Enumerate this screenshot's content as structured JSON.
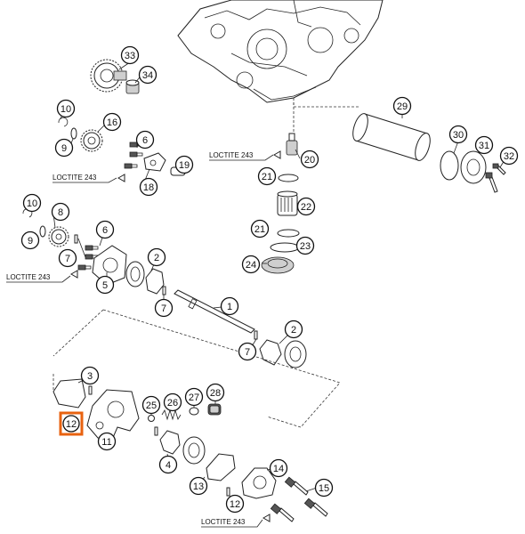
{
  "callouts": [
    {
      "id": "c1",
      "label": "1"
    },
    {
      "id": "c2a",
      "label": "2"
    },
    {
      "id": "c2b",
      "label": "2"
    },
    {
      "id": "c3",
      "label": "3"
    },
    {
      "id": "c4",
      "label": "4"
    },
    {
      "id": "c5",
      "label": "5"
    },
    {
      "id": "c6a",
      "label": "6"
    },
    {
      "id": "c6b",
      "label": "6"
    },
    {
      "id": "c7a",
      "label": "7"
    },
    {
      "id": "c7b",
      "label": "7"
    },
    {
      "id": "c7c",
      "label": "7"
    },
    {
      "id": "c8",
      "label": "8"
    },
    {
      "id": "c9a",
      "label": "9"
    },
    {
      "id": "c9b",
      "label": "9"
    },
    {
      "id": "c10a",
      "label": "10"
    },
    {
      "id": "c10b",
      "label": "10"
    },
    {
      "id": "c11",
      "label": "11"
    },
    {
      "id": "c12a",
      "label": "12"
    },
    {
      "id": "c12b",
      "label": "12"
    },
    {
      "id": "c13",
      "label": "13"
    },
    {
      "id": "c14",
      "label": "14"
    },
    {
      "id": "c15",
      "label": "15"
    },
    {
      "id": "c16",
      "label": "16"
    },
    {
      "id": "c18",
      "label": "18"
    },
    {
      "id": "c19",
      "label": "19"
    },
    {
      "id": "c20",
      "label": "20"
    },
    {
      "id": "c21a",
      "label": "21"
    },
    {
      "id": "c21b",
      "label": "21"
    },
    {
      "id": "c22",
      "label": "22"
    },
    {
      "id": "c23",
      "label": "23"
    },
    {
      "id": "c24",
      "label": "24"
    },
    {
      "id": "c25",
      "label": "25"
    },
    {
      "id": "c26",
      "label": "26"
    },
    {
      "id": "c27",
      "label": "27"
    },
    {
      "id": "c28",
      "label": "28"
    },
    {
      "id": "c29",
      "label": "29"
    },
    {
      "id": "c30",
      "label": "30"
    },
    {
      "id": "c31",
      "label": "31"
    },
    {
      "id": "c32",
      "label": "32"
    },
    {
      "id": "c33",
      "label": "33"
    },
    {
      "id": "c34",
      "label": "34"
    }
  ],
  "loctite": [
    {
      "id": "l1",
      "label": "LOCTITE 243"
    },
    {
      "id": "l2",
      "label": "LOCTITE 243"
    },
    {
      "id": "l3",
      "label": "LOCTITE 243"
    },
    {
      "id": "l4",
      "label": "LOCTITE 243"
    }
  ],
  "highlight": {
    "label": "12",
    "color": "#e8620f"
  }
}
